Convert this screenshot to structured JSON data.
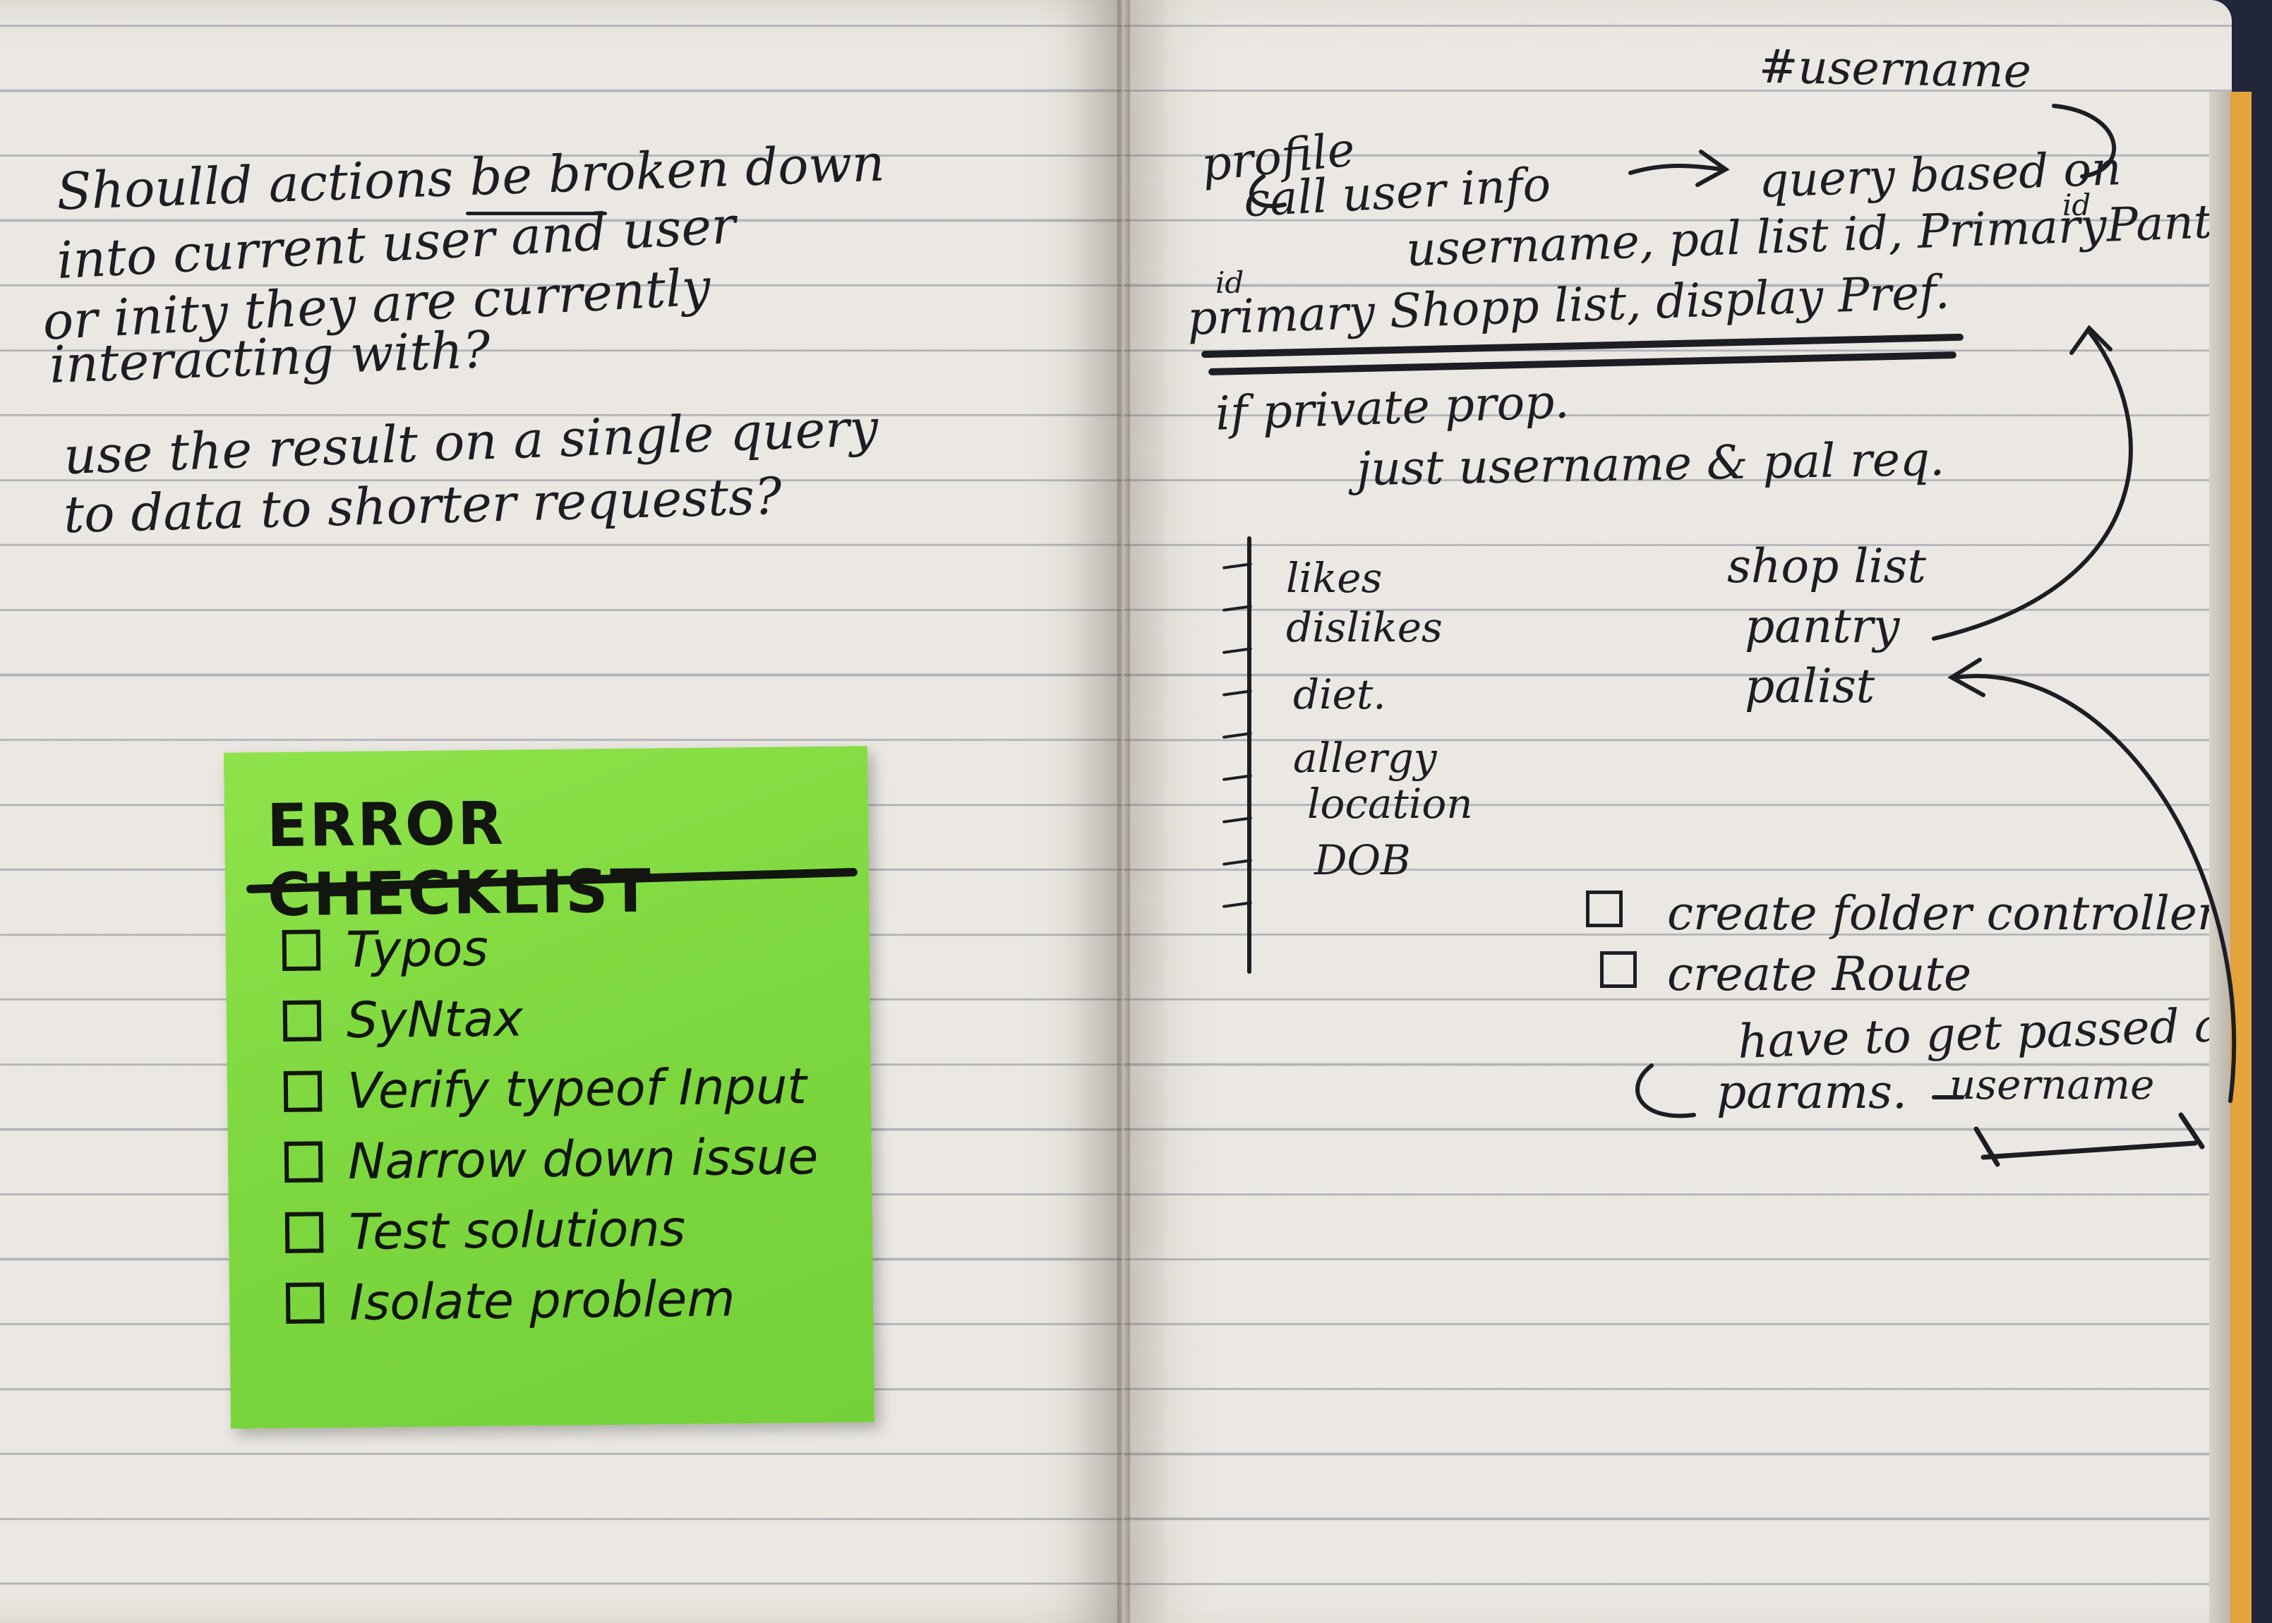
{
  "left_page": {
    "notes": [
      "Shoulld actions be broken down",
      "into current user and user",
      "or inity they are currently",
      "interacting with?",
      "use the result on a single query",
      "to data to shorter requests?"
    ]
  },
  "sticky_note": {
    "title": "ERROR CHECKLIST",
    "items": [
      "Typos",
      "SyNtax",
      "Verify typeof Input",
      "Narrow down issue",
      "Test solutions",
      "Isolate problem"
    ]
  },
  "right_page": {
    "corner_label": "#username",
    "profile_label": "profile",
    "call_line": "call user info",
    "query_label": "query based on",
    "fields_line": "username, pal list id, PrimaryPantry,",
    "id_above_1": "id",
    "id_above_2": "id",
    "primary_line": "primary Shopp list, display Pref.",
    "private_line": "if private prop.",
    "just_line": "just username & pal req.",
    "attributes": [
      "likes",
      "dislikes",
      "diet.",
      "allergy",
      "location",
      "DOB"
    ],
    "lists": [
      "shop list",
      "pantry",
      "palist"
    ],
    "todos": [
      "create folder controller",
      "create Route"
    ],
    "have_to_line": "have to get passed auth",
    "params_line": "params.",
    "username_word": "username"
  }
}
